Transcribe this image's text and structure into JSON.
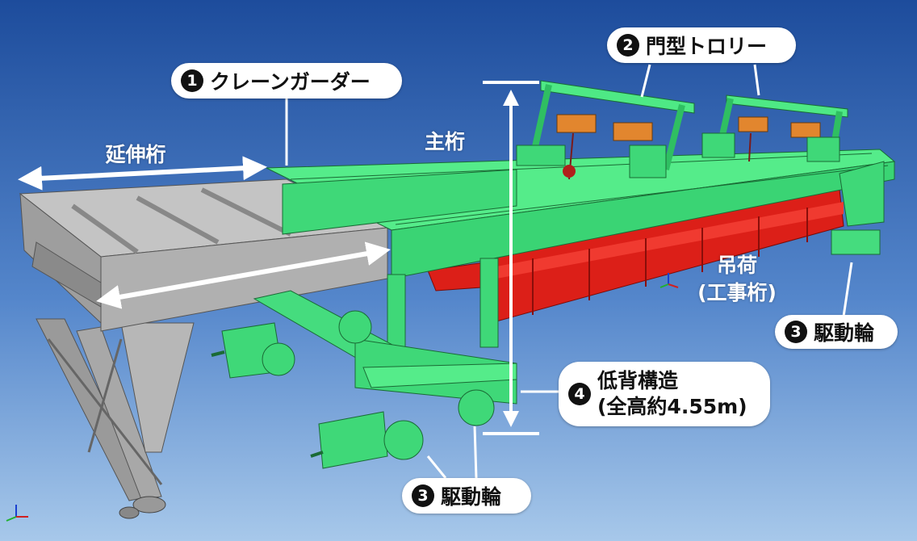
{
  "labels": {
    "crane_girder": {
      "number": "1",
      "text": "クレーンガーダー"
    },
    "gantry_trolley": {
      "number": "2",
      "text": "門型トロリー"
    },
    "drive_wheel_right": {
      "number": "3",
      "text": "駆動輪"
    },
    "drive_wheel_bottom": {
      "number": "3",
      "text": "駆動輪"
    },
    "low_profile": {
      "number": "4",
      "line1": "低背構造",
      "line2": "(全高約4.55m)"
    },
    "extension_girder": "延伸桁",
    "main_girder": "主桁",
    "load_line1": "吊荷",
    "load_line2": "(工事桁)"
  },
  "colors": {
    "background_top": "#1f4f9e",
    "background_bottom": "#9fc3e8",
    "structure_green": "#3fe07a",
    "extension_grey": "#b5b5b5",
    "load_red": "#e0201a",
    "hoist_orange": "#e2862e"
  }
}
